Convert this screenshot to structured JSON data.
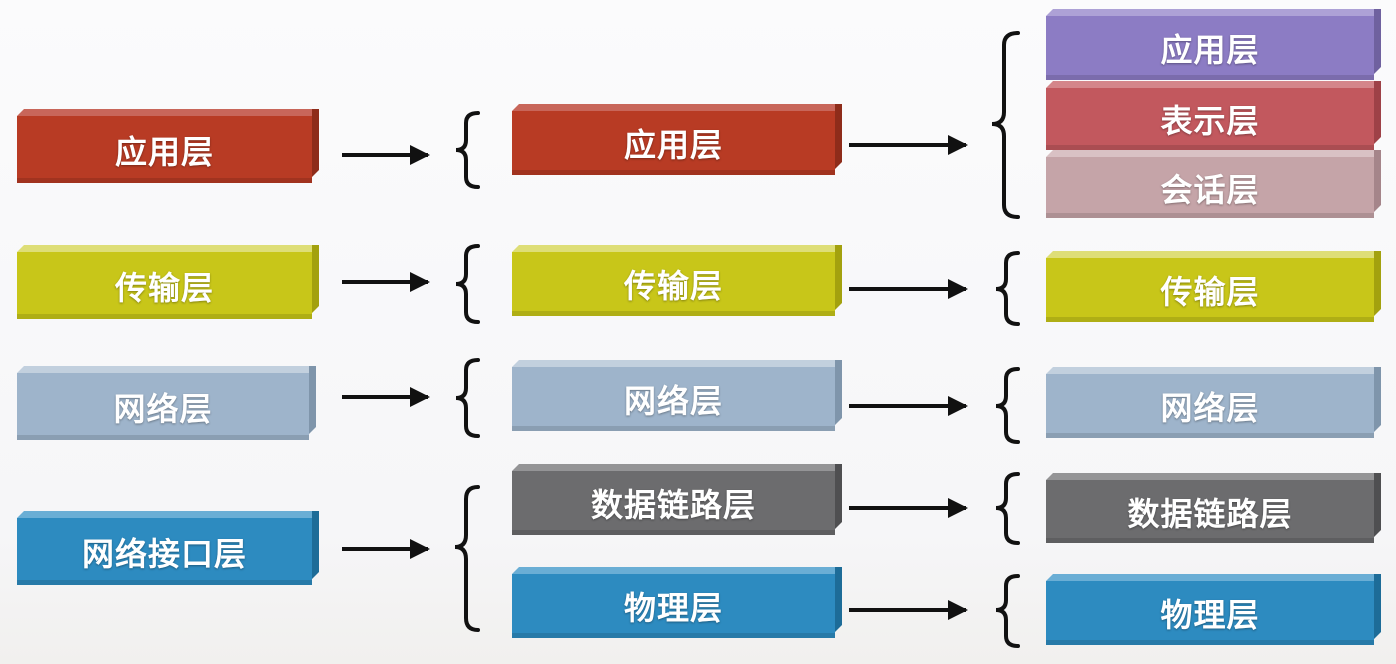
{
  "colors": {
    "application": "#b83b24",
    "presentation": "#c2585e",
    "session": "#c5a4a8",
    "session_top_app": "#9a86c8",
    "application_osi": "#8c7cc4",
    "transport": "#c8c619",
    "network": "#9eb4cb",
    "datalink": "#6c6c6e",
    "physical": "#2d8bc0",
    "arrow": "#111111"
  },
  "column1": {
    "application": "应用层",
    "transport": "传输层",
    "network": "网络层",
    "network_interface": "网络接口层"
  },
  "column2": {
    "application": "应用层",
    "transport": "传输层",
    "network": "网络层",
    "datalink": "数据链路层",
    "physical": "物理层"
  },
  "column3": {
    "application": "应用层",
    "presentation": "表示层",
    "session": "会话层",
    "transport": "传输层",
    "network": "网络层",
    "datalink": "数据链路层",
    "physical": "物理层"
  }
}
